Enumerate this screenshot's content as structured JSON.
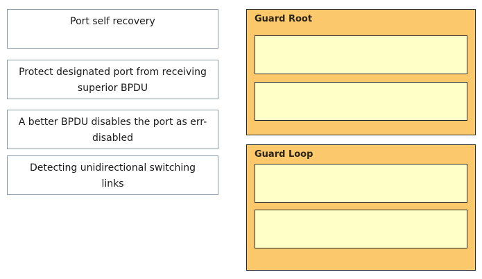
{
  "source_items": [
    {
      "label": "Port self recovery"
    },
    {
      "label": "Protect designated port from receiving superior BPDU"
    },
    {
      "label": "A better BPDU disables the port as err-disabled"
    },
    {
      "label": "Detecting unidirectional switching links"
    }
  ],
  "targets": [
    {
      "title": "Guard Root",
      "slots": [
        "",
        ""
      ]
    },
    {
      "title": "Guard Loop",
      "slots": [
        "",
        ""
      ]
    }
  ],
  "colors": {
    "target_fill": "#fbc96b",
    "slot_fill": "#ffffc8",
    "source_border": "#8a9aaa"
  }
}
